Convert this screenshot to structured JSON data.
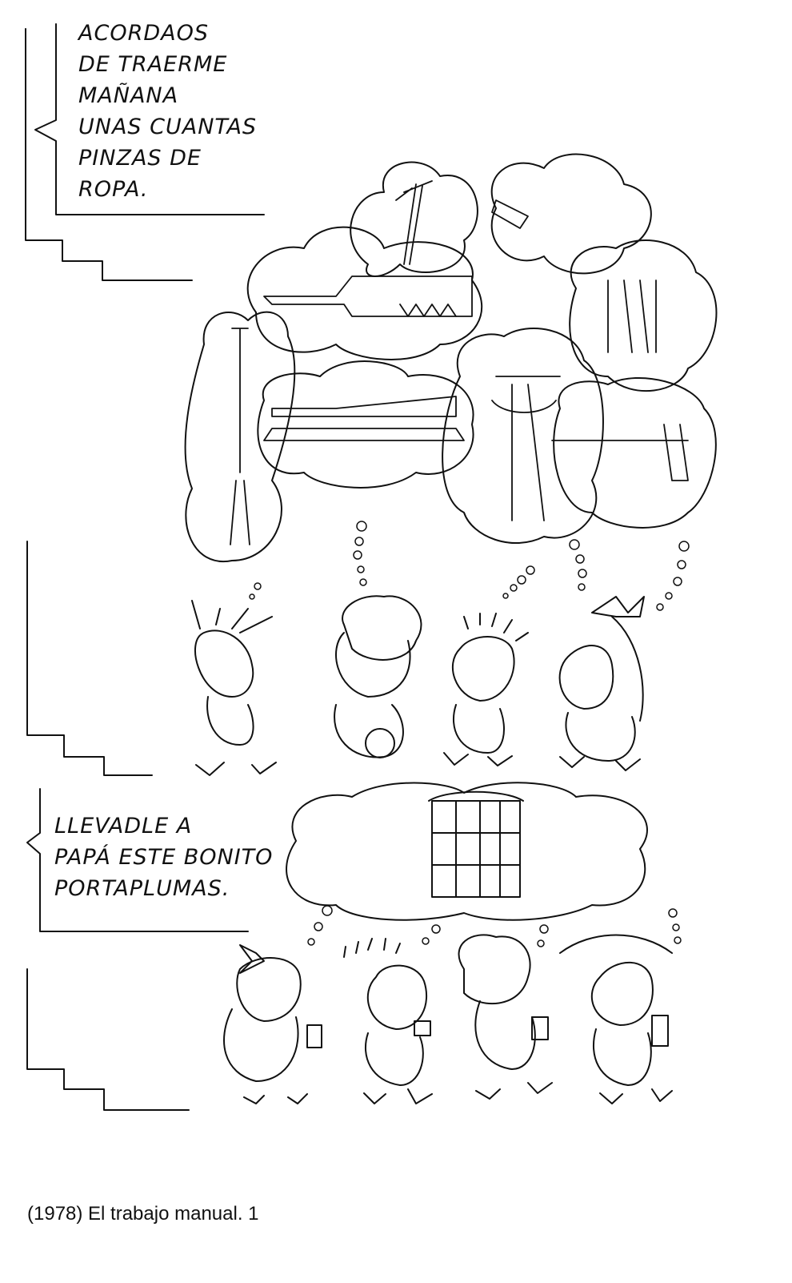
{
  "caption_top": [
    "ACORDAOS",
    "DE TRAERME",
    "MAÑANA",
    "UNAS CUANTAS",
    "PINZAS DE",
    "ROPA."
  ],
  "caption_bottom": [
    "LLEVADLE A",
    "PAPÁ ESTE BONITO",
    "PORTAPLUMAS."
  ],
  "credit": "(1978) El trabajo manual. 1"
}
